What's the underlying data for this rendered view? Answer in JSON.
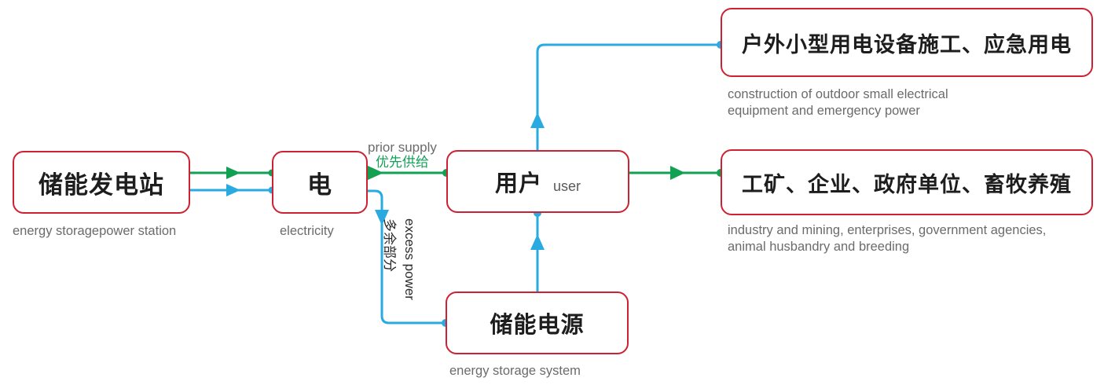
{
  "diagram": {
    "title": "energy storage power station distribution flow",
    "colors": {
      "box_border": "#cc2233",
      "green_flow": "#12a152",
      "blue_flow": "#29abe2",
      "caption_text": "#6b6b6b",
      "node_text": "#1d1d1d"
    }
  },
  "nodes": {
    "station": {
      "cn": "储能发电站",
      "caption": "energy storagepower station"
    },
    "electricity": {
      "cn": "电",
      "caption": "electricity"
    },
    "user": {
      "cn": "用户",
      "en_inline": "user"
    },
    "storage": {
      "cn": "储能电源",
      "caption": "energy storage system"
    },
    "outdoor": {
      "cn": "户外小型用电设备施工、应急用电",
      "caption": "construction of outdoor small electrical\nequipment and emergency power"
    },
    "industry": {
      "cn": "工矿、企业、政府单位、畜牧养殖",
      "caption": "industry and mining, enterprises, government agencies,\nanimal husbandry and breeding"
    }
  },
  "edge_labels": {
    "prior_supply_en": "prior supply",
    "prior_supply_cn": "优先供给",
    "excess_power_en": "excess power",
    "excess_power_cn": "多余部分"
  },
  "edges": [
    {
      "name": "station-to-electricity-green",
      "from": "储能发电站",
      "to": "电",
      "color": "#12a152",
      "arrow": true
    },
    {
      "name": "station-to-electricity-blue",
      "from": "储能发电站",
      "to": "电",
      "color": "#29abe2",
      "arrow": true
    },
    {
      "name": "electricity-to-user-green",
      "from": "电",
      "to": "用户",
      "label": "优先供给 / prior supply",
      "color": "#12a152",
      "arrow": true
    },
    {
      "name": "electricity-to-storage-blue",
      "from": "电",
      "to": "储能电源",
      "label": "多余部分 / excess power",
      "color": "#29abe2",
      "arrow": true
    },
    {
      "name": "storage-to-user-blue",
      "from": "储能电源",
      "to": "用户",
      "color": "#29abe2",
      "arrow": true
    },
    {
      "name": "user-to-outdoor-blue",
      "from": "用户",
      "to": "户外小型用电设备施工、应急用电",
      "color": "#29abe2",
      "arrow": true
    },
    {
      "name": "user-to-industry-green",
      "from": "用户",
      "to": "工矿、企业、政府单位、畜牧养殖",
      "color": "#12a152",
      "arrow": true
    }
  ]
}
